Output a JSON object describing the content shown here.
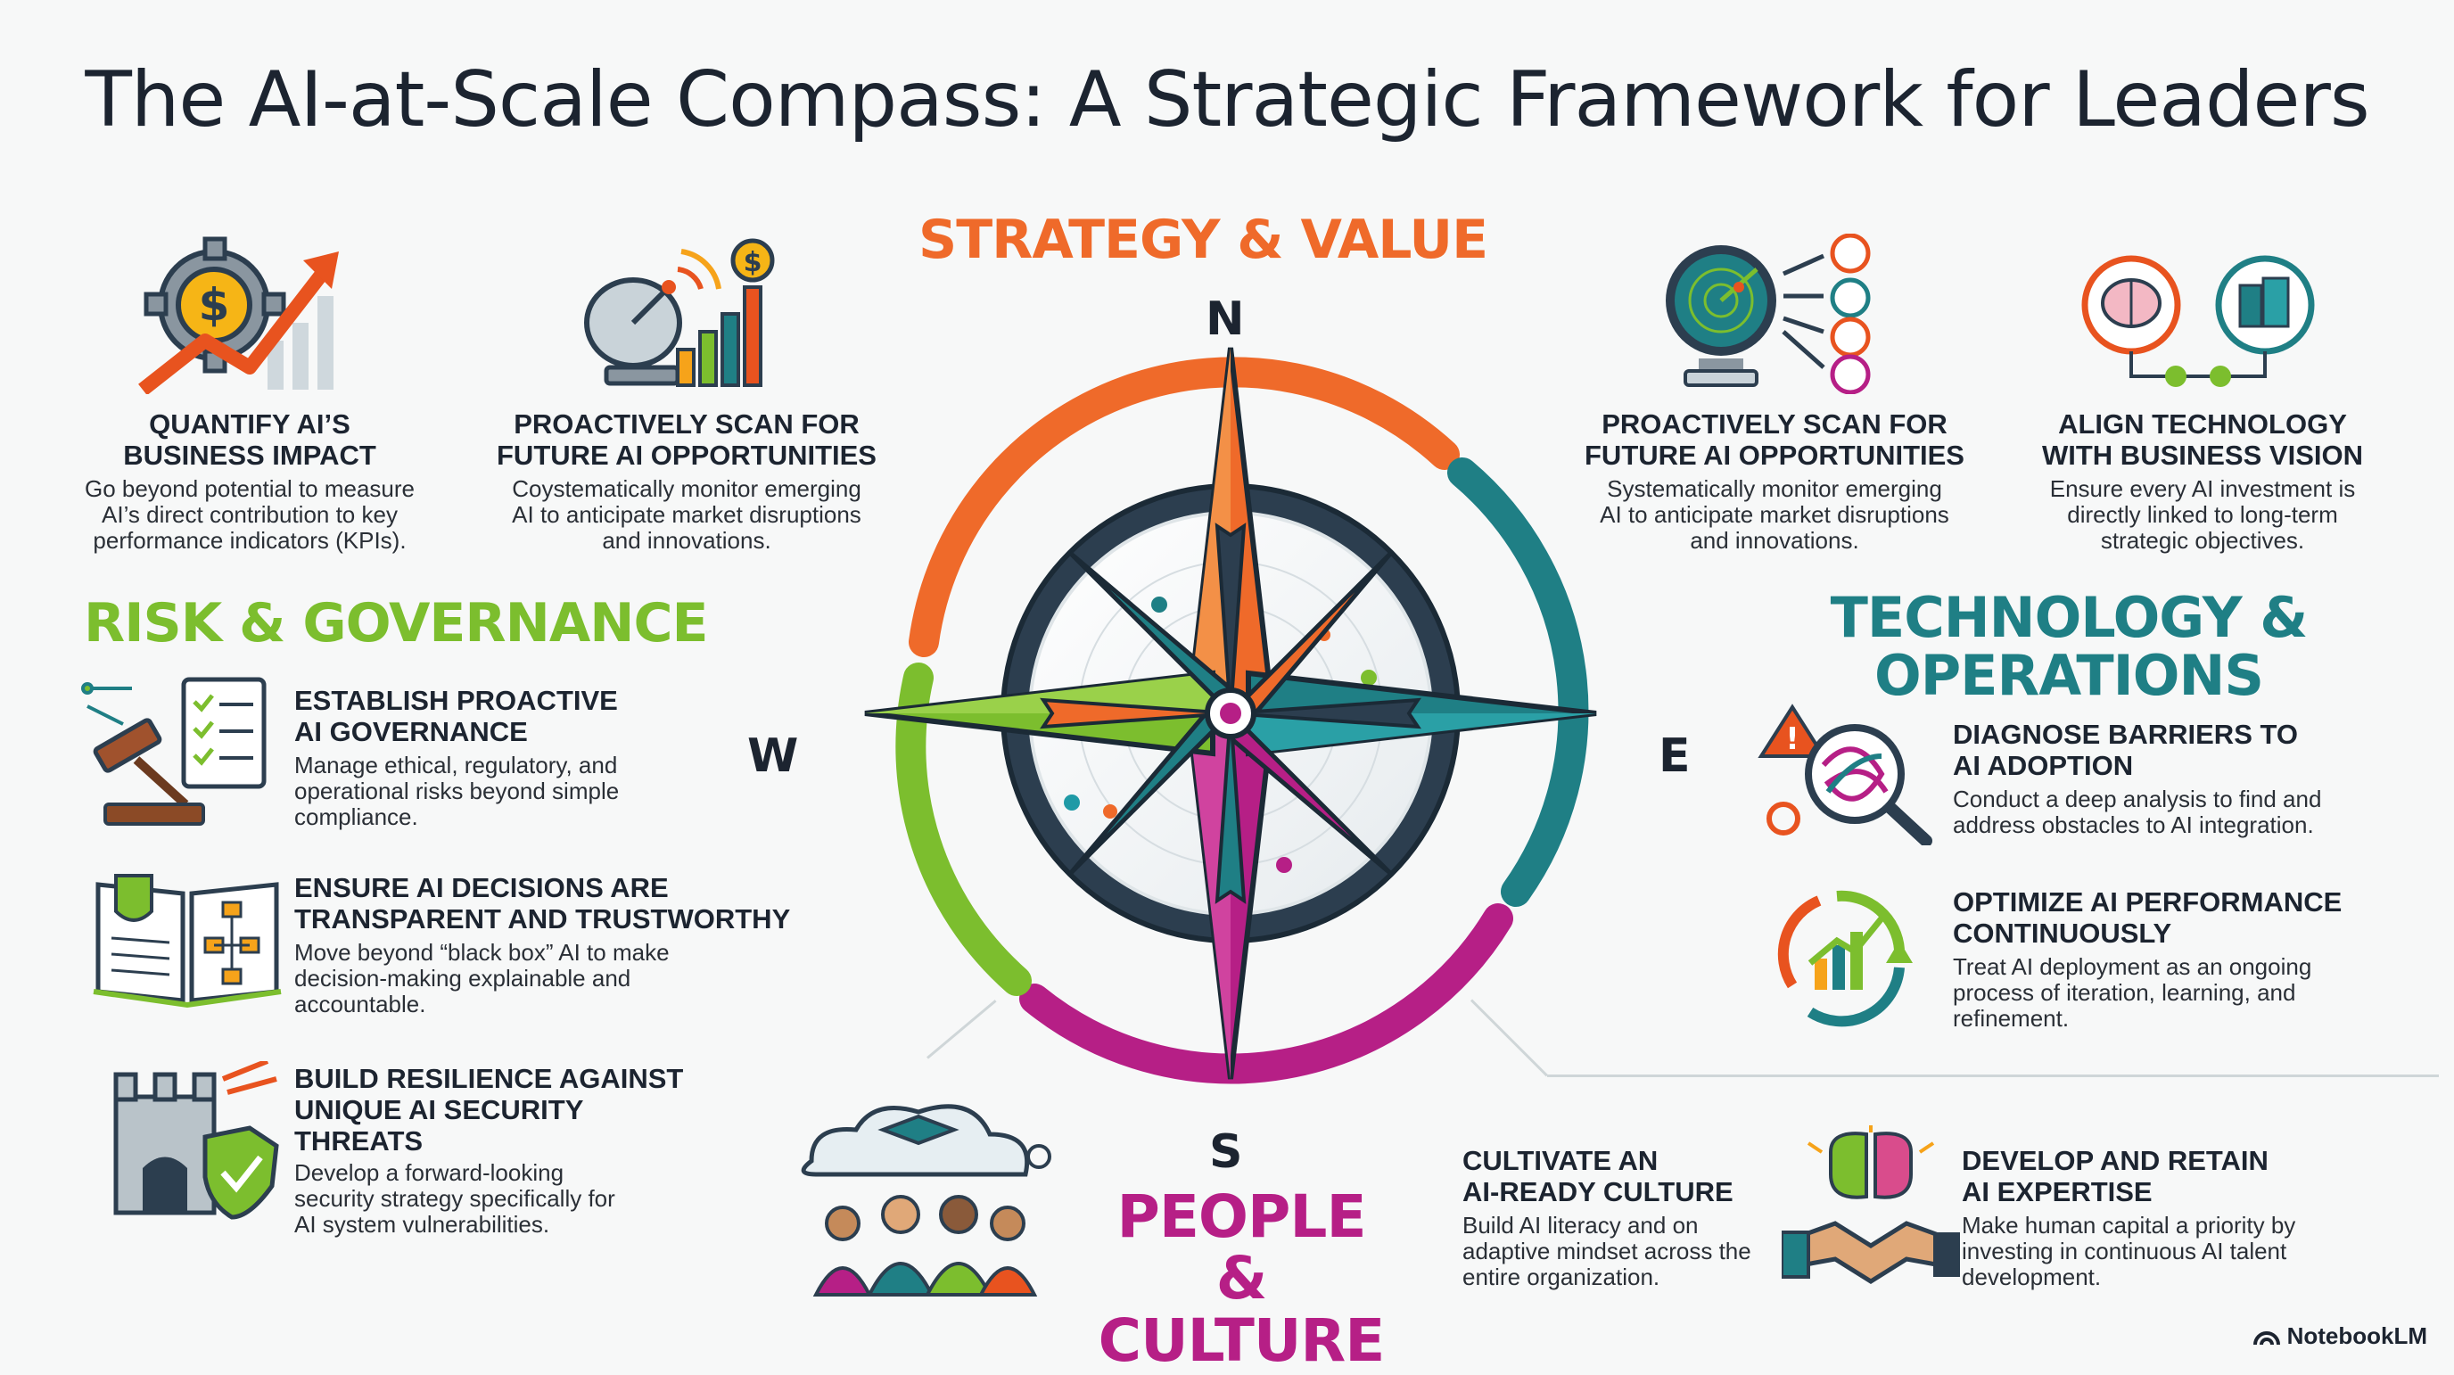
{
  "title": "The AI-at-Scale Compass: A Strategic Framework for Leaders",
  "categories": {
    "strategy": "STRATEGY & VALUE",
    "risk": "RISK & GOVERNANCE",
    "tech_line1": "TECHNOLOGY &",
    "tech_line2": "OPERATIONS",
    "people_line1": "PEOPLE &",
    "people_line2": "CULTURE"
  },
  "compass": {
    "north": "N",
    "south": "S",
    "east": "E",
    "west": "W"
  },
  "items": {
    "quantify": {
      "title1": "QUANTIFY AI’S",
      "title2": "BUSINESS IMPACT",
      "desc1": "Go beyond potential to measure",
      "desc2": "AI’s direct contribution to key",
      "desc3": "performance indicators (KPIs).",
      "icon": "dollar-gear-growth-icon"
    },
    "scan_left": {
      "title1": "PROACTIVELY SCAN FOR",
      "title2": "FUTURE AI OPPORTUNITIES",
      "desc1": "Coystematically monitor emerging",
      "desc2": "AI to anticipate market disruptions",
      "desc3": "and innovations.",
      "icon": "satellite-dish-chart-icon"
    },
    "scan_right": {
      "title1": "PROACTIVELY SCAN FOR",
      "title2": "FUTURE AI OPPORTUNITIES",
      "desc1": "Systematically monitor emerging",
      "desc2": "AI to anticipate market disruptions",
      "desc3": "and innovations.",
      "icon": "radar-scan-icon"
    },
    "align": {
      "title1": "ALIGN TECHNOLOGY",
      "title2": "WITH BUSINESS VISION",
      "desc1": "Ensure every AI investment is",
      "desc2": "directly linked to long-term",
      "desc3": "strategic objectives.",
      "icon": "brain-building-link-icon"
    },
    "governance": {
      "title1": "ESTABLISH PROACTIVE",
      "title2": "AI GOVERNANCE",
      "desc1": "Manage ethical, regulatory, and",
      "desc2": "operational risks beyond simple",
      "desc3": "compliance.",
      "icon": "gavel-checklist-icon"
    },
    "transparent": {
      "title1": "ENSURE AI DECISIONS ARE",
      "title2": "TRANSPARENT AND TRUSTWORTHY",
      "desc1": "Move beyond “black box” AI to make",
      "desc2": "decision-making explainable and",
      "desc3": "accountable.",
      "icon": "open-book-flowchart-icon"
    },
    "resilience": {
      "title1": "BUILD RESILIENCE AGAINST",
      "title2": "UNIQUE AI SECURITY",
      "title3": "THREATS",
      "desc1": "Develop a forward-looking",
      "desc2": "security strategy specifically for",
      "desc3": "AI system vulnerabilities.",
      "icon": "castle-shield-icon"
    },
    "diagnose": {
      "title1": "DIAGNOSE BARRIERS TO",
      "title2": "AI ADOPTION",
      "desc1": "Conduct a deep analysis to find and",
      "desc2": "address obstacles to AI integration.",
      "icon": "magnifier-tangle-icon"
    },
    "optimize": {
      "title1": "OPTIMIZE AI PERFORMANCE",
      "title2": "CONTINUOUSLY",
      "desc1": "Treat AI deployment as an ongoing",
      "desc2": "process of iteration, learning, and",
      "desc3": "refinement.",
      "icon": "cycle-growth-icon"
    },
    "culture": {
      "title1": "CULTIVATE AN",
      "title2": "AI-READY CULTURE",
      "desc1": "Build AI literacy and on",
      "desc2": "adaptive mindset across the",
      "desc3": "entire organization.",
      "icon": "people-cloud-icon"
    },
    "expertise": {
      "title1": "DEVELOP AND RETAIN",
      "title2": "AI EXPERTISE",
      "desc1": "Make human capital a priority by",
      "desc2": "investing in continuous AI talent",
      "desc3": "development.",
      "icon": "handshake-brain-icon"
    }
  },
  "brand": "NotebookLM",
  "colors": {
    "orange": "#ef6a2a",
    "green": "#7cbe2e",
    "teal": "#1f7f85",
    "magenta": "#b61f86"
  }
}
